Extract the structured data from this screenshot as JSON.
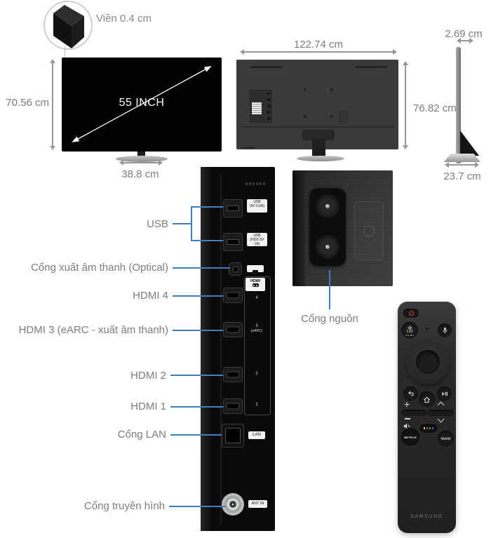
{
  "bezel": {
    "label": "Viền 0.4 cm"
  },
  "front_view": {
    "diagonal": "55 INCH",
    "height": "70.56 cm",
    "stand_width": "38.8 cm"
  },
  "back_view": {
    "width": "122.74 cm",
    "height": "76.82 cm"
  },
  "side_view": {
    "thickness": "2.69 cm",
    "depth": "23.7 cm"
  },
  "port_labels": {
    "usb": "USB",
    "optical": "Cổng xuất âm thanh (Optical)",
    "hdmi4": "HDMI 4",
    "hdmi3": "HDMI 3 (eARC - xuất âm thanh)",
    "hdmi2": "HDMI 2",
    "hdmi1": "HDMI 1",
    "lan": "Cổng LAN",
    "tv_antenna": "Cổng truyền hình"
  },
  "panel_markings": {
    "usb1_line1": "USB",
    "usb1_line2": "(5V 0.5A)",
    "usb2_line1": "USB",
    "usb2_line2": "(HDD 5V 1A)",
    "hdmi": "HDMI",
    "hdmi4": "4",
    "hdmi3": "3",
    "hdmi3_sub": "(eARC)",
    "hdmi2": "2",
    "hdmi1": "1",
    "lan": "LAN",
    "antenna": "ANT IN"
  },
  "power": {
    "label": "Cổng nguồn"
  },
  "remote": {
    "numpad": "123",
    "volume_plus": "+",
    "netflix": "NETFLIX",
    "www": "www",
    "brand": "SAMSUNG"
  },
  "colors": {
    "leader_line": "#3f7ec0",
    "label_text": "#7d7d7d",
    "measure_gray": "#979797",
    "remote_body": "#2a2a2a",
    "back_panel_gray": "#3a3a3a"
  }
}
